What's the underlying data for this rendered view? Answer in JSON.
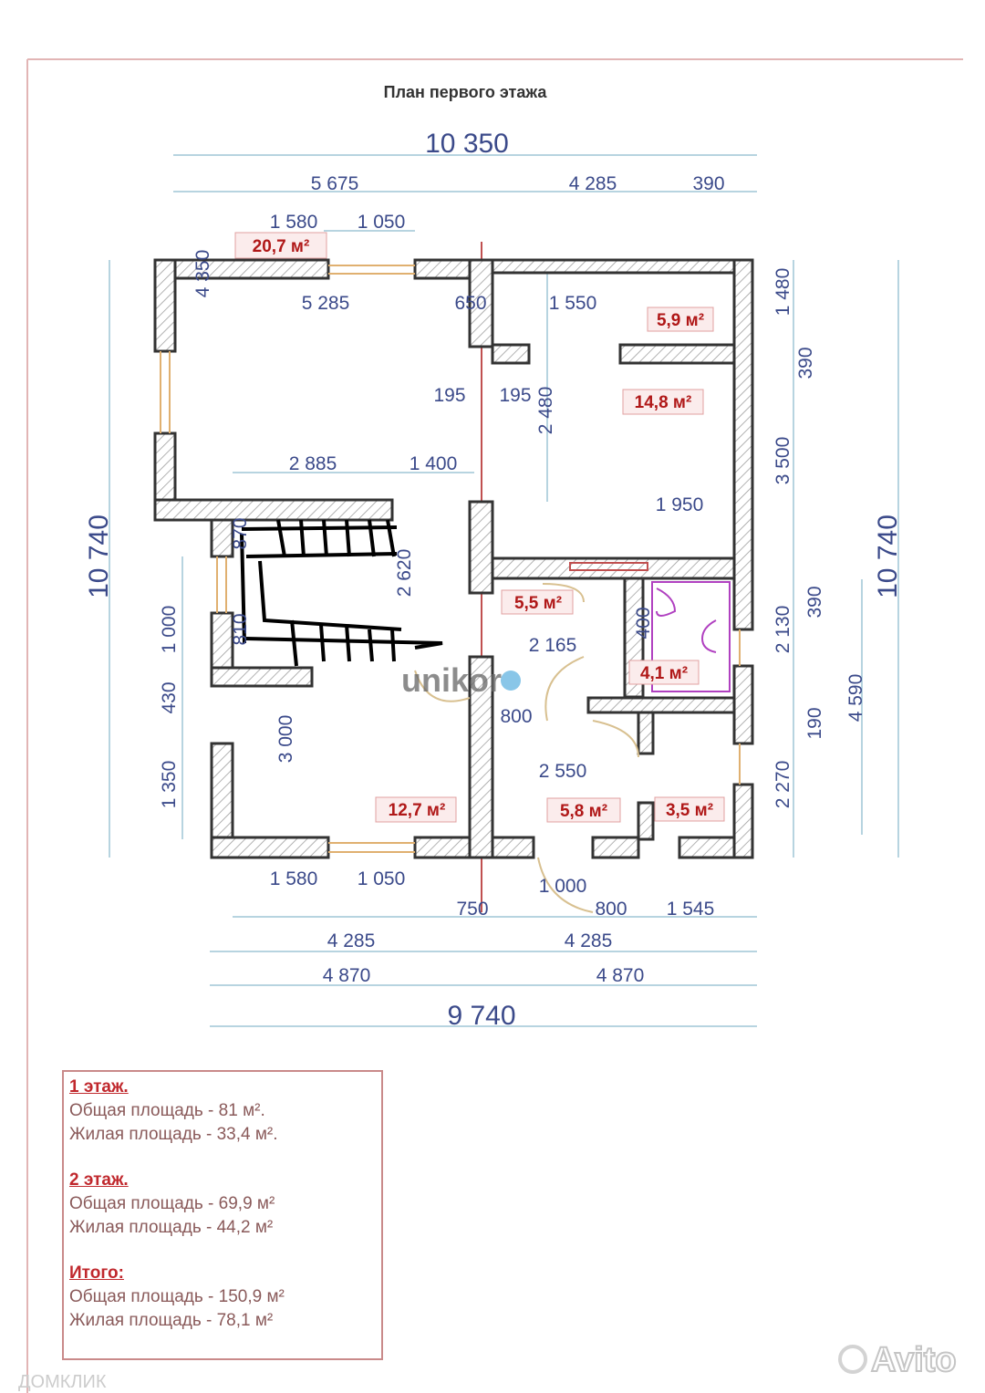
{
  "title": "План первого этажа",
  "dims": {
    "total_top": "10 350",
    "top_a": "5 675",
    "top_b": "4 285",
    "top_c": "390",
    "top_d": "1 580",
    "top_e": "1 050",
    "in_a": "5 285",
    "in_b": "650",
    "in_c": "1 550",
    "in_d": "4 350",
    "in_e": "195",
    "in_f": "195",
    "in_g": "2 480",
    "in_h": "2 885",
    "in_i": "1 400",
    "in_j": "1 950",
    "in_k": "870",
    "in_l": "2 620",
    "in_m": "810",
    "in_n": "2 165",
    "in_o": "400",
    "in_p": "800",
    "in_q": "2 550",
    "in_r": "3 000",
    "left_a": "1 000",
    "left_b": "430",
    "left_c": "1 350",
    "bot_a": "1 580",
    "bot_b": "1 050",
    "bot_c": "750",
    "bot_d": "1 000",
    "bot_e": "800",
    "bot_f": "1 545",
    "bot_g": "4 285",
    "bot_h": "4 285",
    "bot_i": "4 870",
    "bot_j": "4 870",
    "total_bottom": "9 740",
    "total_left": "10 740",
    "total_right": "10 740",
    "right_a": "1 480",
    "right_b": "390",
    "right_c": "3 500",
    "right_d": "390",
    "right_e": "2 130",
    "right_f": "4 590",
    "right_g": "190",
    "right_h": "2 270"
  },
  "areas": {
    "living": "20,7 м²",
    "small_top": "5,9 м²",
    "bedroom": "14,8 м²",
    "hall": "5,5 м²",
    "bath": "4,1 м²",
    "room_bottom": "12,7 м²",
    "entry": "5,8 м²",
    "wc": "3,5 м²"
  },
  "legend": {
    "floor1_title": "1 этаж.",
    "floor1_total": "Общая площадь - 81 м².",
    "floor1_living": "Жилая площадь - 33,4 м².",
    "floor2_title": "2 этаж.",
    "floor2_total": "Общая площадь - 69,9 м²",
    "floor2_living": "Жилая площадь - 44,2 м²",
    "sum_title": "Итого:",
    "sum_total": "Общая площадь - 150,9 м²",
    "sum_living": "Жилая площадь - 78,1 м²"
  },
  "watermarks": {
    "center": "unikor",
    "bottom_right": "Avito",
    "bottom_left": "ДОМКЛИК"
  },
  "colors": {
    "dims": "#3b4a8a",
    "areas": "#b01818",
    "walls": "#333333"
  }
}
